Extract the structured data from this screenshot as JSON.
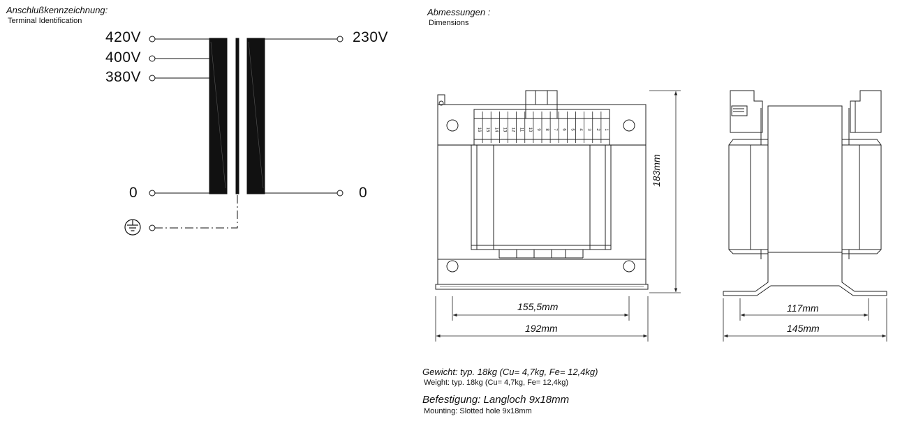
{
  "terminal_section": {
    "title_de": "Anschlußkennzeichnung:",
    "title_en": "Terminal  Identification",
    "primary_taps": [
      "420V",
      "400V",
      "380V"
    ],
    "primary_zero": "0",
    "secondary_voltage": "230V",
    "secondary_zero": "0",
    "earth_symbol": "ground-icon"
  },
  "dimensions_section": {
    "title_de": "Abmessungen :",
    "title_en": "Dimensions",
    "front_view": {
      "height": "183mm",
      "inner_width": "155,5mm",
      "outer_width": "192mm",
      "terminal_numbers": [
        "1",
        "2",
        "3",
        "4",
        "5",
        "6",
        "7",
        "8",
        "9",
        "10",
        "11",
        "12",
        "13",
        "14",
        "15",
        "16"
      ]
    },
    "side_view": {
      "inner_width": "117mm",
      "outer_width": "145mm"
    }
  },
  "notes": {
    "weight_de": "Gewicht: typ. 18kg  (Cu= 4,7kg, Fe= 12,4kg)",
    "weight_en": "Weight:  typ.  18kg  (Cu=  4,7kg,  Fe=  12,4kg)",
    "mounting_de": "Befestigung: Langloch 9x18mm",
    "mounting_en": "Mounting:  Slotted  hole  9x18mm"
  }
}
